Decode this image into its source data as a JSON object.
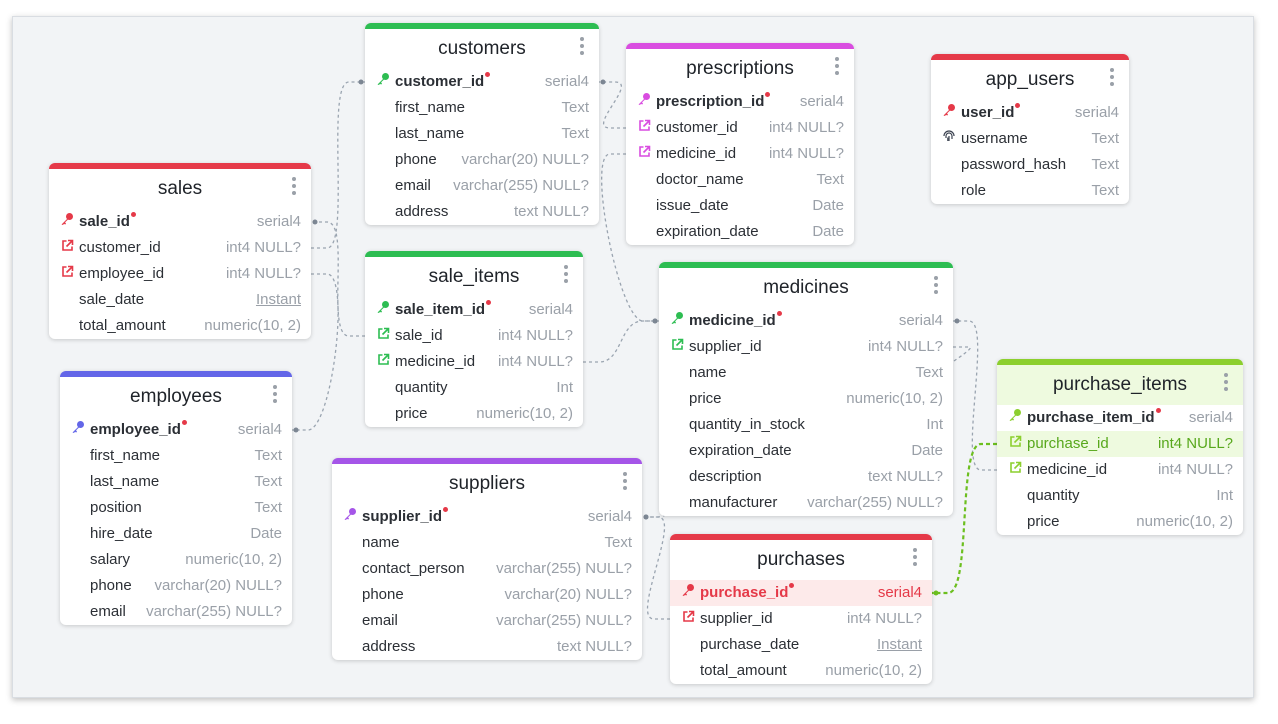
{
  "colors": {
    "red": "#e53948",
    "green": "#2dbd52",
    "magenta": "#d94ce0",
    "indigo": "#6366e8",
    "purple": "#a555e8",
    "lime": "#8ccf2e",
    "link": "#9aa4b0",
    "link_active": "#6cbf1f"
  },
  "tables": [
    {
      "id": "customers",
      "title": "customers",
      "color": "#2dbd52",
      "columns": [
        {
          "name": "customer_id",
          "type": "serial4",
          "icon": "key-icon",
          "pk": true
        },
        {
          "name": "first_name",
          "type": "Text"
        },
        {
          "name": "last_name",
          "type": "Text"
        },
        {
          "name": "phone",
          "type": "varchar(20) NULL?"
        },
        {
          "name": "email",
          "type": "varchar(255) NULL?"
        },
        {
          "name": "address",
          "type": "text NULL?"
        }
      ]
    },
    {
      "id": "prescriptions",
      "title": "prescriptions",
      "color": "#d94ce0",
      "columns": [
        {
          "name": "prescription_id",
          "type": "serial4",
          "icon": "key-icon",
          "pk": true
        },
        {
          "name": "customer_id",
          "type": "int4 NULL?",
          "icon": "foreign-key-icon"
        },
        {
          "name": "medicine_id",
          "type": "int4 NULL?",
          "icon": "foreign-key-icon"
        },
        {
          "name": "doctor_name",
          "type": "Text"
        },
        {
          "name": "issue_date",
          "type": "Date"
        },
        {
          "name": "expiration_date",
          "type": "Date"
        }
      ]
    },
    {
      "id": "app_users",
      "title": "app_users",
      "color": "#e53948",
      "columns": [
        {
          "name": "user_id",
          "type": "serial4",
          "icon": "key-icon",
          "pk": true
        },
        {
          "name": "username",
          "type": "Text",
          "icon": "fingerprint-icon"
        },
        {
          "name": "password_hash",
          "type": "Text"
        },
        {
          "name": "role",
          "type": "Text"
        }
      ]
    },
    {
      "id": "sales",
      "title": "sales",
      "color": "#e53948",
      "columns": [
        {
          "name": "sale_id",
          "type": "serial4",
          "icon": "key-icon",
          "pk": true
        },
        {
          "name": "customer_id",
          "type": "int4 NULL?",
          "icon": "foreign-key-icon"
        },
        {
          "name": "employee_id",
          "type": "int4 NULL?",
          "icon": "foreign-key-icon"
        },
        {
          "name": "sale_date",
          "type": "Instant",
          "underline": true
        },
        {
          "name": "total_amount",
          "type": "numeric(10, 2)"
        }
      ]
    },
    {
      "id": "sale_items",
      "title": "sale_items",
      "color": "#2dbd52",
      "columns": [
        {
          "name": "sale_item_id",
          "type": "serial4",
          "icon": "key-icon",
          "pk": true
        },
        {
          "name": "sale_id",
          "type": "int4 NULL?",
          "icon": "foreign-key-icon"
        },
        {
          "name": "medicine_id",
          "type": "int4 NULL?",
          "icon": "foreign-key-icon"
        },
        {
          "name": "quantity",
          "type": "Int"
        },
        {
          "name": "price",
          "type": "numeric(10, 2)"
        }
      ]
    },
    {
      "id": "medicines",
      "title": "medicines",
      "color": "#2dbd52",
      "columns": [
        {
          "name": "medicine_id",
          "type": "serial4",
          "icon": "key-icon",
          "pk": true
        },
        {
          "name": "supplier_id",
          "type": "int4 NULL?",
          "icon": "foreign-key-icon"
        },
        {
          "name": "name",
          "type": "Text"
        },
        {
          "name": "price",
          "type": "numeric(10, 2)"
        },
        {
          "name": "quantity_in_stock",
          "type": "Int"
        },
        {
          "name": "expiration_date",
          "type": "Date"
        },
        {
          "name": "description",
          "type": "text NULL?"
        },
        {
          "name": "manufacturer",
          "type": "varchar(255) NULL?"
        }
      ]
    },
    {
      "id": "employees",
      "title": "employees",
      "color": "#6366e8",
      "columns": [
        {
          "name": "employee_id",
          "type": "serial4",
          "icon": "key-icon",
          "pk": true
        },
        {
          "name": "first_name",
          "type": "Text"
        },
        {
          "name": "last_name",
          "type": "Text"
        },
        {
          "name": "position",
          "type": "Text"
        },
        {
          "name": "hire_date",
          "type": "Date"
        },
        {
          "name": "salary",
          "type": "numeric(10, 2)"
        },
        {
          "name": "phone",
          "type": "varchar(20) NULL?"
        },
        {
          "name": "email",
          "type": "varchar(255) NULL?"
        }
      ]
    },
    {
      "id": "suppliers",
      "title": "suppliers",
      "color": "#a555e8",
      "columns": [
        {
          "name": "supplier_id",
          "type": "serial4",
          "icon": "key-icon",
          "pk": true
        },
        {
          "name": "name",
          "type": "Text"
        },
        {
          "name": "contact_person",
          "type": "varchar(255) NULL?"
        },
        {
          "name": "phone",
          "type": "varchar(20) NULL?"
        },
        {
          "name": "email",
          "type": "varchar(255) NULL?"
        },
        {
          "name": "address",
          "type": "text NULL?"
        }
      ]
    },
    {
      "id": "purchase_items",
      "title": "purchase_items",
      "color": "#8ccf2e",
      "header_tint": "#eefadf",
      "columns": [
        {
          "name": "purchase_item_id",
          "type": "serial4",
          "icon": "key-icon",
          "pk": true
        },
        {
          "name": "purchase_id",
          "type": "int4 NULL?",
          "icon": "foreign-key-icon",
          "highlight": "green"
        },
        {
          "name": "medicine_id",
          "type": "int4 NULL?",
          "icon": "foreign-key-icon"
        },
        {
          "name": "quantity",
          "type": "Int"
        },
        {
          "name": "price",
          "type": "numeric(10, 2)"
        }
      ]
    },
    {
      "id": "purchases",
      "title": "purchases",
      "color": "#e53948",
      "columns": [
        {
          "name": "purchase_id",
          "type": "serial4",
          "icon": "key-icon",
          "pk": true,
          "highlight": "red"
        },
        {
          "name": "supplier_id",
          "type": "int4 NULL?",
          "icon": "foreign-key-icon"
        },
        {
          "name": "purchase_date",
          "type": "Instant",
          "underline": true
        },
        {
          "name": "total_amount",
          "type": "numeric(10, 2)"
        }
      ]
    }
  ],
  "relations": [
    {
      "from": "sales.customer_id",
      "to": "customers.customer_id"
    },
    {
      "from": "sales.employee_id",
      "to": "employees.employee_id"
    },
    {
      "from": "sale_items.sale_id",
      "to": "sales.sale_id"
    },
    {
      "from": "sale_items.medicine_id",
      "to": "medicines.medicine_id"
    },
    {
      "from": "prescriptions.customer_id",
      "to": "customers.customer_id"
    },
    {
      "from": "prescriptions.medicine_id",
      "to": "medicines.medicine_id"
    },
    {
      "from": "medicines.supplier_id",
      "to": "suppliers.supplier_id"
    },
    {
      "from": "purchases.supplier_id",
      "to": "suppliers.supplier_id"
    },
    {
      "from": "purchase_items.medicine_id",
      "to": "medicines.medicine_id"
    },
    {
      "from": "purchase_items.purchase_id",
      "to": "purchases.purchase_id",
      "active": true
    }
  ]
}
